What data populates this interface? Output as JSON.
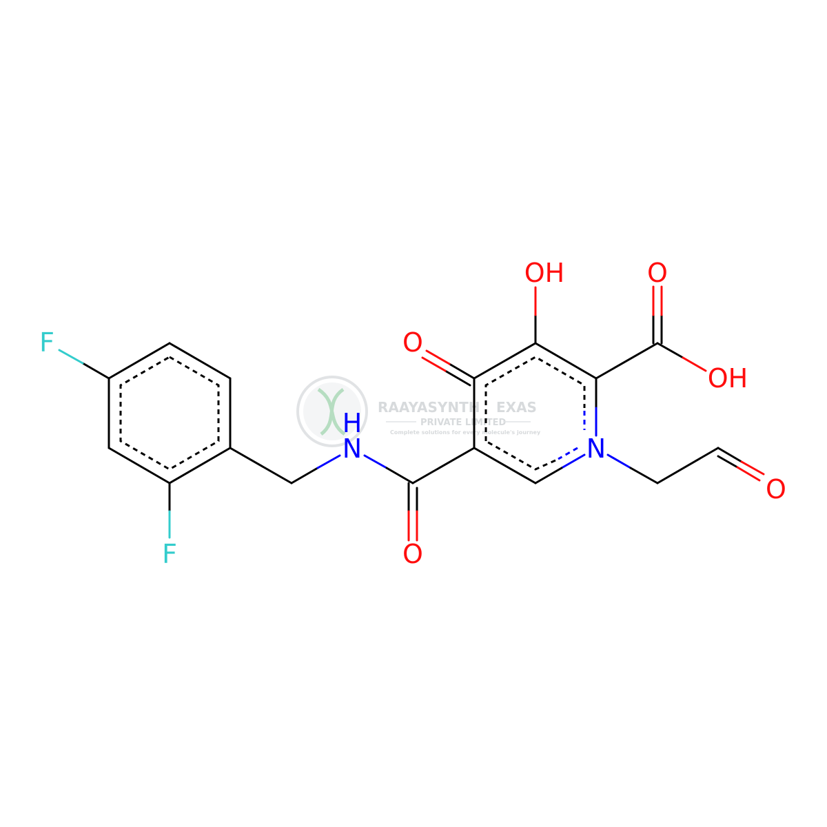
{
  "colors": {
    "carbon": "#000000",
    "oxygen": "#ff0d0d",
    "nitrogen": "#0000ff",
    "fluorine": "#33cccc",
    "watermark": "#b8bcc0",
    "watermark_green": "#7cc38f"
  },
  "labels": {
    "f_top": "F",
    "f_bottom": "F",
    "nh_n": "N",
    "nh_h": "H",
    "amide_o": "O",
    "ketone_o": "O",
    "hydroxyl": "OH",
    "acid_o": "O",
    "acid_oh": "OH",
    "ring_n": "N",
    "aldehyde_o": "O"
  },
  "watermark": {
    "line1": "RAAYASYNTH",
    "line2": "PRIVATE LIMITED",
    "line3": "Complete solutions for every molecule's journey",
    "line1_suffix": "EXAS",
    "icon": "dna-helix-icon"
  }
}
